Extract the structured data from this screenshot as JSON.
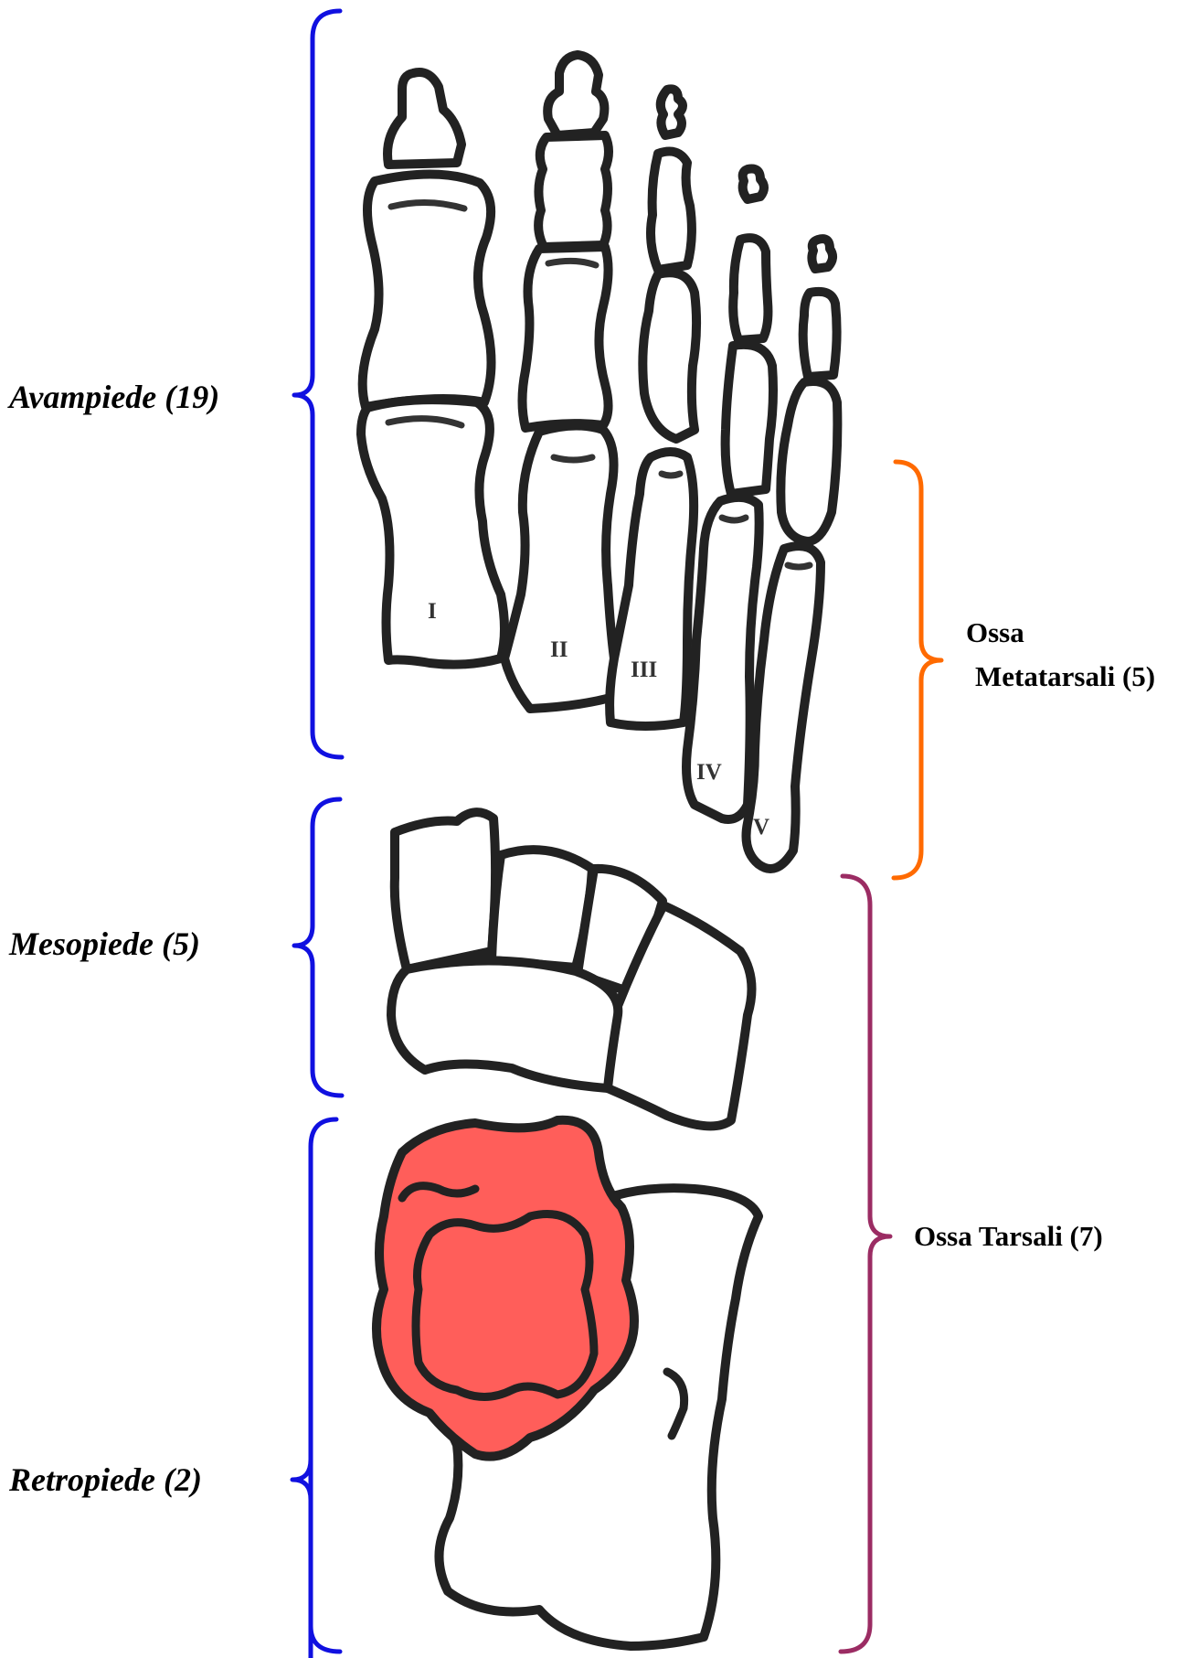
{
  "regions": {
    "forefoot": "Avampiede (19)",
    "midfoot": "Mesopiede (5)",
    "hindfoot": "Retropiede (2)"
  },
  "groups": {
    "metatarsals_line1": "Ossa",
    "metatarsals_line2": "Metatarsali (5)",
    "tarsals": "Ossa Tarsali (7)"
  },
  "metatarsal_numerals": [
    "I",
    "II",
    "III",
    "IV",
    "V"
  ],
  "colors": {
    "region_brace": "#1010e0",
    "metatarsal_brace": "#ff6a00",
    "tarsal_brace": "#9b2c63",
    "highlight_bone": "#ff5e5a",
    "bone_outline": "#222222"
  }
}
